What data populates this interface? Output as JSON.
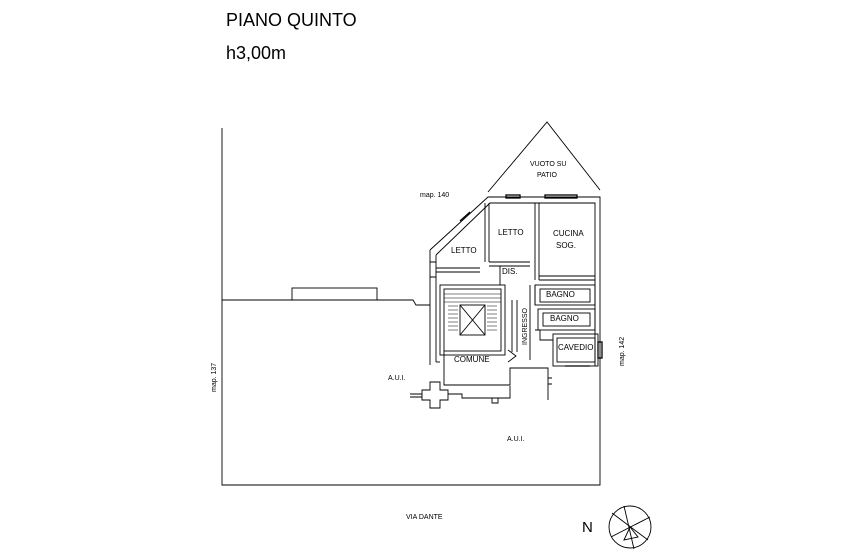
{
  "header": {
    "title": "PIANO QUINTO",
    "height_note": "h3,00m"
  },
  "labels": {
    "vuoto_line1": "VUOTO SU",
    "vuoto_line2": "PATIO",
    "map_140": "map. 140",
    "map_137": "map. 137",
    "map_142": "map. 142",
    "letto_left": "LETTO",
    "letto_center": "LETTO",
    "cucina_line1": "CUCINA",
    "cucina_line2": "SOG.",
    "dis": "DIS.",
    "bagno_upper": "BAGNO",
    "bagno_lower": "BAGNO",
    "ingresso": "INGRESSO",
    "cavedio": "CAVEDIO",
    "comune": "COMUNE",
    "aui_left": "A.U.I.",
    "aui_right": "A.U.I.",
    "street": "VIA DANTE",
    "north": "N"
  }
}
